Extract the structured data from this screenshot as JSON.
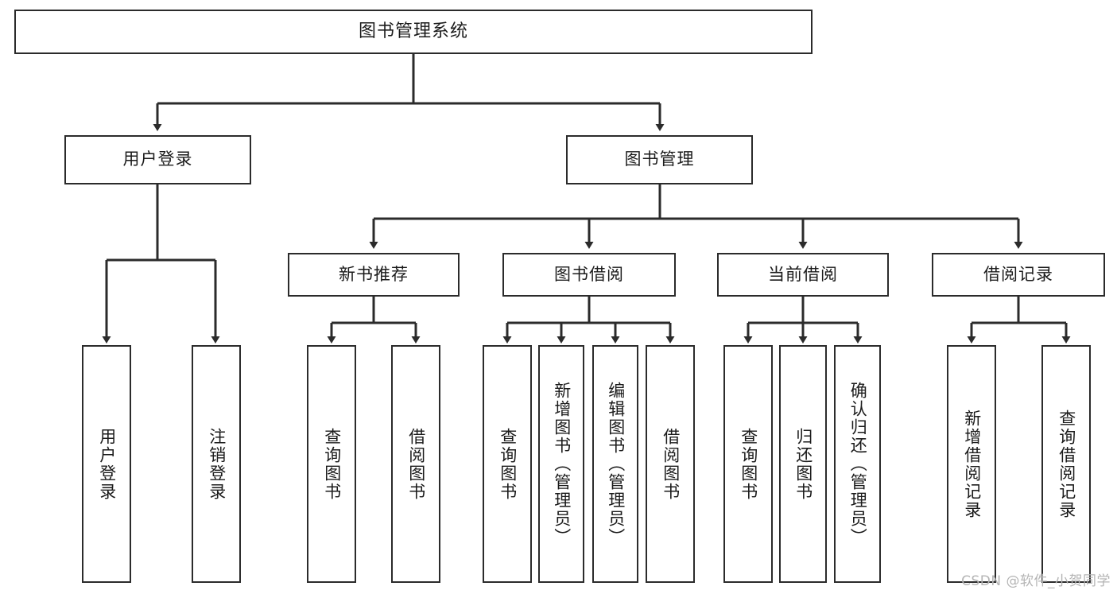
{
  "diagram": {
    "title": "图书管理系统",
    "type": "tree",
    "watermark": "CSDN @软件_小贺同学",
    "colors": {
      "box_border": "#2b2b2b",
      "box_fill": "#ffffff",
      "edge": "#2b2b2b",
      "text": "#1b1b1b",
      "watermark": "#b4b4b4",
      "background": "#ffffff"
    },
    "nodes": {
      "root": {
        "label": "图书管理系统",
        "level": 1,
        "orientation": "horizontal"
      },
      "l2": [
        {
          "id": "user-login",
          "label": "用户登录",
          "level": 2,
          "orientation": "horizontal"
        },
        {
          "id": "book-manage",
          "label": "图书管理",
          "level": 2,
          "orientation": "horizontal"
        }
      ],
      "l3": [
        {
          "id": "new-book-rec",
          "label": "新书推荐",
          "level": 3,
          "orientation": "horizontal",
          "parent": "book-manage"
        },
        {
          "id": "book-borrow",
          "label": "图书借阅",
          "level": 3,
          "orientation": "horizontal",
          "parent": "book-manage"
        },
        {
          "id": "current-borrow",
          "label": "当前借阅",
          "level": 3,
          "orientation": "horizontal",
          "parent": "book-manage"
        },
        {
          "id": "borrow-record",
          "label": "借阅记录",
          "level": 3,
          "orientation": "horizontal",
          "parent": "book-manage"
        }
      ],
      "leaves": [
        {
          "id": "leaf-user-login",
          "label": "用户登录",
          "parent": "user-login"
        },
        {
          "id": "leaf-logout-login",
          "label": "注销登录",
          "parent": "user-login"
        },
        {
          "id": "leaf-query-book-1",
          "label": "查询图书",
          "parent": "new-book-rec"
        },
        {
          "id": "leaf-borrow-book-1",
          "label": "借阅图书",
          "parent": "new-book-rec"
        },
        {
          "id": "leaf-query-book-2",
          "label": "查询图书",
          "parent": "book-borrow"
        },
        {
          "id": "leaf-add-book",
          "label": "新增图书（管理员）",
          "parent": "book-borrow"
        },
        {
          "id": "leaf-edit-book",
          "label": "编辑图书（管理员）",
          "parent": "book-borrow"
        },
        {
          "id": "leaf-borrow-book-2",
          "label": "借阅图书",
          "parent": "book-borrow"
        },
        {
          "id": "leaf-query-book-3",
          "label": "查询图书",
          "parent": "current-borrow"
        },
        {
          "id": "leaf-return-book",
          "label": "归还图书",
          "parent": "current-borrow"
        },
        {
          "id": "leaf-confirm-return",
          "label": "确认归还（管理员）",
          "parent": "current-borrow"
        },
        {
          "id": "leaf-add-record",
          "label": "新增借阅记录",
          "parent": "borrow-record"
        },
        {
          "id": "leaf-query-record",
          "label": "查询借阅记录",
          "parent": "borrow-record"
        }
      ]
    }
  }
}
